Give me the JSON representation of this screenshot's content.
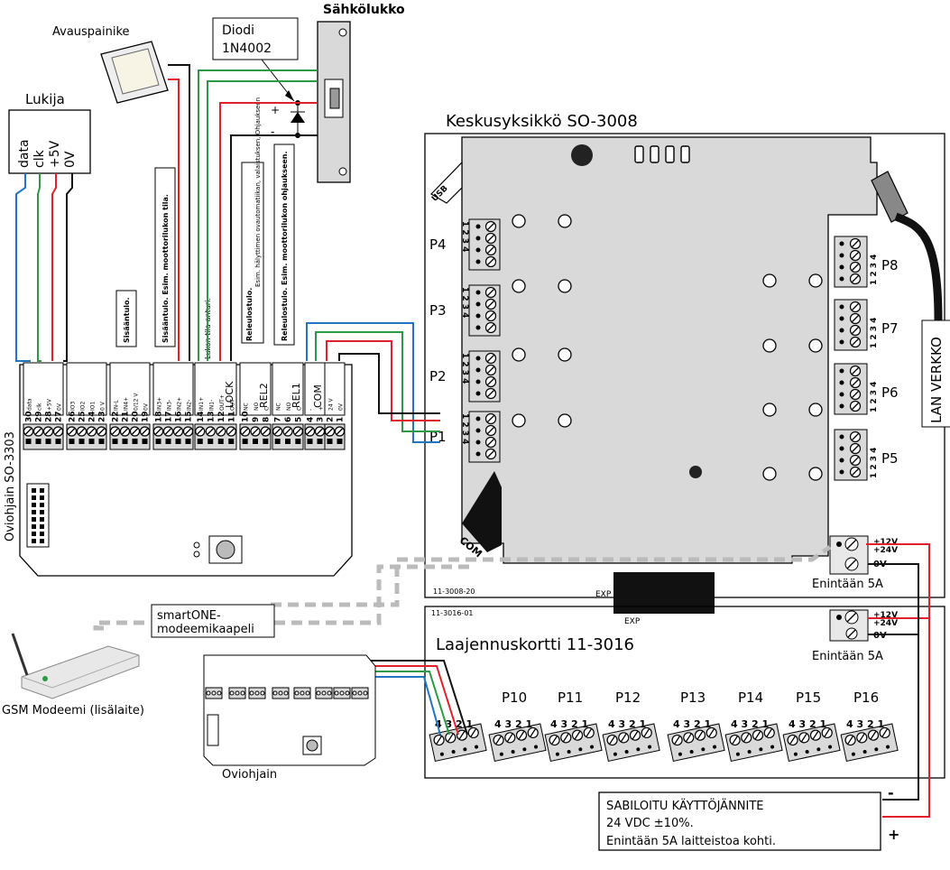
{
  "title_labels": {
    "sahkolukko": "Sähkölukko",
    "avauspainike": "Avauspainike",
    "lukija": "Lukija",
    "diodi": "Diodi",
    "diodi_model": "1N4002",
    "keskusyksikko": "Keskusyksikkö SO-3008",
    "laajennuskortti": "Laajennuskortti 11-3016",
    "oviohjain_vertical": "Oviohjain SO-3303",
    "oviohjain_small": "Oviohjain",
    "gsm": "GSM Modeemi (lisälaite)",
    "lan": "LAN VERKKO",
    "usb": "USB",
    "com": "COM",
    "exp1": "EXP",
    "exp2": "EXP",
    "plus": "+",
    "minus": "-"
  },
  "reader_pins": [
    "data",
    "clk",
    "+5V",
    "0V"
  ],
  "callouts": {
    "sisaantulo": "Sisääntulo.",
    "sisaantulo_moottori": "Sisääntulo. Esim. moottorilukon tila.",
    "lukon_tila": "Lukon tila-anturi.",
    "rele2_bold": "Releulostulo.",
    "rele2_rest": "Esim. hälyttimen ovautomatiikan, valaistuksen, Ohjaukseen",
    "rele1": "Releulostulo. Esim. moottorilukon ohjaukseen."
  },
  "terminal_groups": {
    "g1": {
      "pins": [
        "30",
        "29",
        "28",
        "27"
      ],
      "labels": [
        "data",
        "clk",
        "+5V",
        "0V"
      ]
    },
    "g2": {
      "pins": [
        "26",
        "25",
        "24",
        "23"
      ],
      "labels": [
        "IO3",
        "IO2",
        "IO1",
        "0 V"
      ]
    },
    "g3": {
      "pins": [
        "22",
        "21",
        "20",
        "19"
      ],
      "labels": [
        "IN-L",
        "IN4+",
        "0/12 V",
        "0V"
      ]
    },
    "g4": {
      "pins": [
        "18",
        "17",
        "16",
        "15"
      ],
      "labels": [
        "IN3+",
        "IN3-",
        "IN2+",
        "IN2-"
      ]
    },
    "g5": {
      "pins": [
        "14",
        "13",
        "12",
        "11"
      ],
      "labels": [
        "IN1+",
        "IN1-",
        "OUT+",
        "OUT-"
      ],
      "name": "LOCK"
    },
    "g6": {
      "pins": [
        "10",
        "9",
        "8"
      ],
      "labels": [
        "NC",
        "NO",
        "C"
      ],
      "name": "REL2"
    },
    "g7": {
      "pins": [
        "7",
        "6",
        "5"
      ],
      "labels": [
        "NC",
        "NO",
        "C"
      ],
      "name": "REL1"
    },
    "g8": {
      "pins": [
        "4",
        "3"
      ],
      "labels": [
        "-",
        "+"
      ],
      "name": "COM"
    },
    "g9": {
      "pins": [
        "2",
        "1"
      ],
      "labels": [
        "24 V",
        "0V"
      ]
    }
  },
  "ports_left": [
    {
      "name": "P4",
      "pins": "1 2 3 4"
    },
    {
      "name": "P3",
      "pins": "1 2 3 4"
    },
    {
      "name": "P2",
      "pins": "1 2 3 4"
    },
    {
      "name": "P1",
      "pins": "1 2 3 4"
    }
  ],
  "ports_right": [
    {
      "name": "P8",
      "pins": "1 2 3 4"
    },
    {
      "name": "P7",
      "pins": "1 2 3 4"
    },
    {
      "name": "P6",
      "pins": "1 2 3 4"
    },
    {
      "name": "P5",
      "pins": "1 2 3 4"
    }
  ],
  "ports_expansion": [
    "P10",
    "P11",
    "P12",
    "P13",
    "P14",
    "P15",
    "P16"
  ],
  "expansion_pins": "4 3 2 1",
  "power_main": {
    "v12": "+12V",
    "v24": "+24V",
    "v0": "0V",
    "limit": "Enintään 5A",
    "code": "11-3008-20"
  },
  "power_ext": {
    "v12": "+12V",
    "v24": "+24V",
    "v0": "0V",
    "limit": "Enintään 5A",
    "code": "11-3016-01"
  },
  "modem_cable": [
    "smartONE-",
    "modeemikaapeli"
  ],
  "psu": [
    "SABILOITU KÄYTTÖJÄNNITE",
    "24 VDC ±10%.",
    "Enintään 5A laitteistoa kohti."
  ],
  "psu_minus": "-",
  "psu_plus": "+",
  "colors": {
    "red": "#e3202a",
    "green": "#2a9a45",
    "blue": "#1f76c3",
    "black": "#111111",
    "gray": "#bbbbbb",
    "board": "#d9d9d9"
  }
}
